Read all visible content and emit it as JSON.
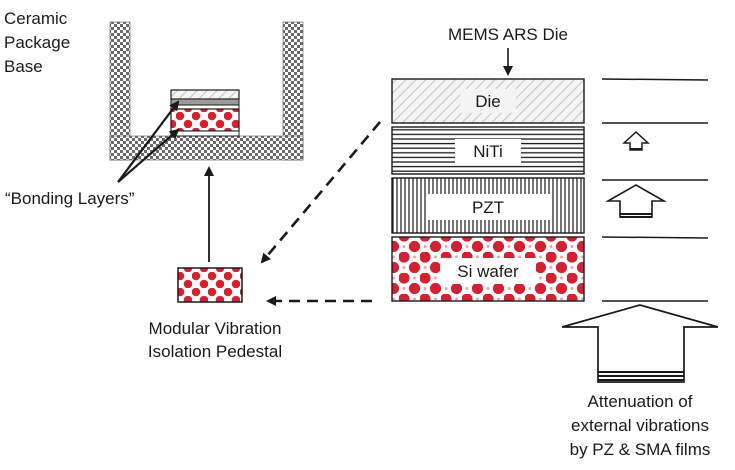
{
  "labels": {
    "ceramic_line1": "Ceramic",
    "ceramic_line2": "Package",
    "ceramic_line3": "Base",
    "bonding": "“Bonding Layers”",
    "pedestal_line1": "Modular Vibration",
    "pedestal_line2": "Isolation Pedestal",
    "mems": "MEMS ARS Die",
    "attenuation_line1": "Attenuation of",
    "attenuation_line2": "external vibrations",
    "attenuation_line3": "by PZ & SMA films"
  },
  "layers": [
    {
      "id": "die",
      "label": "Die"
    },
    {
      "id": "niti",
      "label": "NiTi"
    },
    {
      "id": "pzt",
      "label": "PZT"
    },
    {
      "id": "si",
      "label": "Si wafer"
    }
  ],
  "colors": {
    "accent_red": "#d42030",
    "checker_dark": "#6a6a6a",
    "line": "#1a1a1a"
  },
  "icons": [
    "down-arrow-icon",
    "hollow-up-arrow-icon",
    "dashed-arrow-icon"
  ]
}
